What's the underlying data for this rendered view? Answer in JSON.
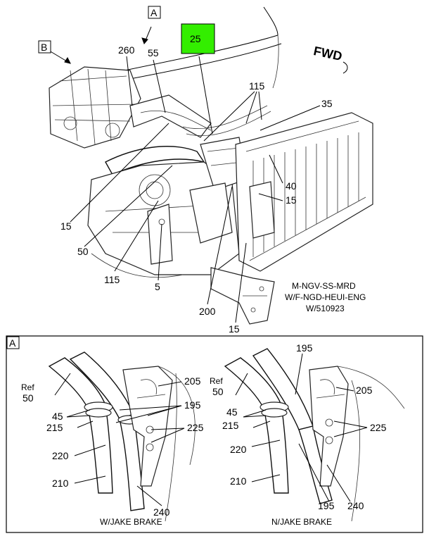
{
  "labels": {
    "callout_a": "A",
    "callout_b": "B",
    "highlight": "25",
    "fwd": "FWD",
    "n260": "260",
    "n55": "55",
    "n115_top": "115",
    "n35": "35",
    "n40": "40",
    "n15_right": "15",
    "n15_left": "15",
    "n50": "50",
    "n115_bottom": "115",
    "n5": "5",
    "n200": "200",
    "n15_bottom": "15",
    "note_line1": "M-NGV-SS-MRD",
    "note_line2": "W/F-NGD-HEUI-ENG",
    "note_line3": "W/510923"
  },
  "detail": {
    "title": "A",
    "left": {
      "ref": "Ref",
      "ref_num": "50",
      "n205": "205",
      "n195": "195",
      "n45": "45",
      "n215": "215",
      "n225": "225",
      "n220": "220",
      "n210": "210",
      "n240": "240",
      "caption": "W/JAKE BRAKE"
    },
    "right": {
      "ref": "Ref",
      "ref_num": "50",
      "n195_top": "195",
      "n205": "205",
      "n45": "45",
      "n215": "215",
      "n225": "225",
      "n220": "220",
      "n210": "210",
      "n195_bottom": "195",
      "n240": "240",
      "caption": "N/JAKE BRAKE"
    }
  },
  "colors": {
    "highlight": "#33ee00"
  }
}
